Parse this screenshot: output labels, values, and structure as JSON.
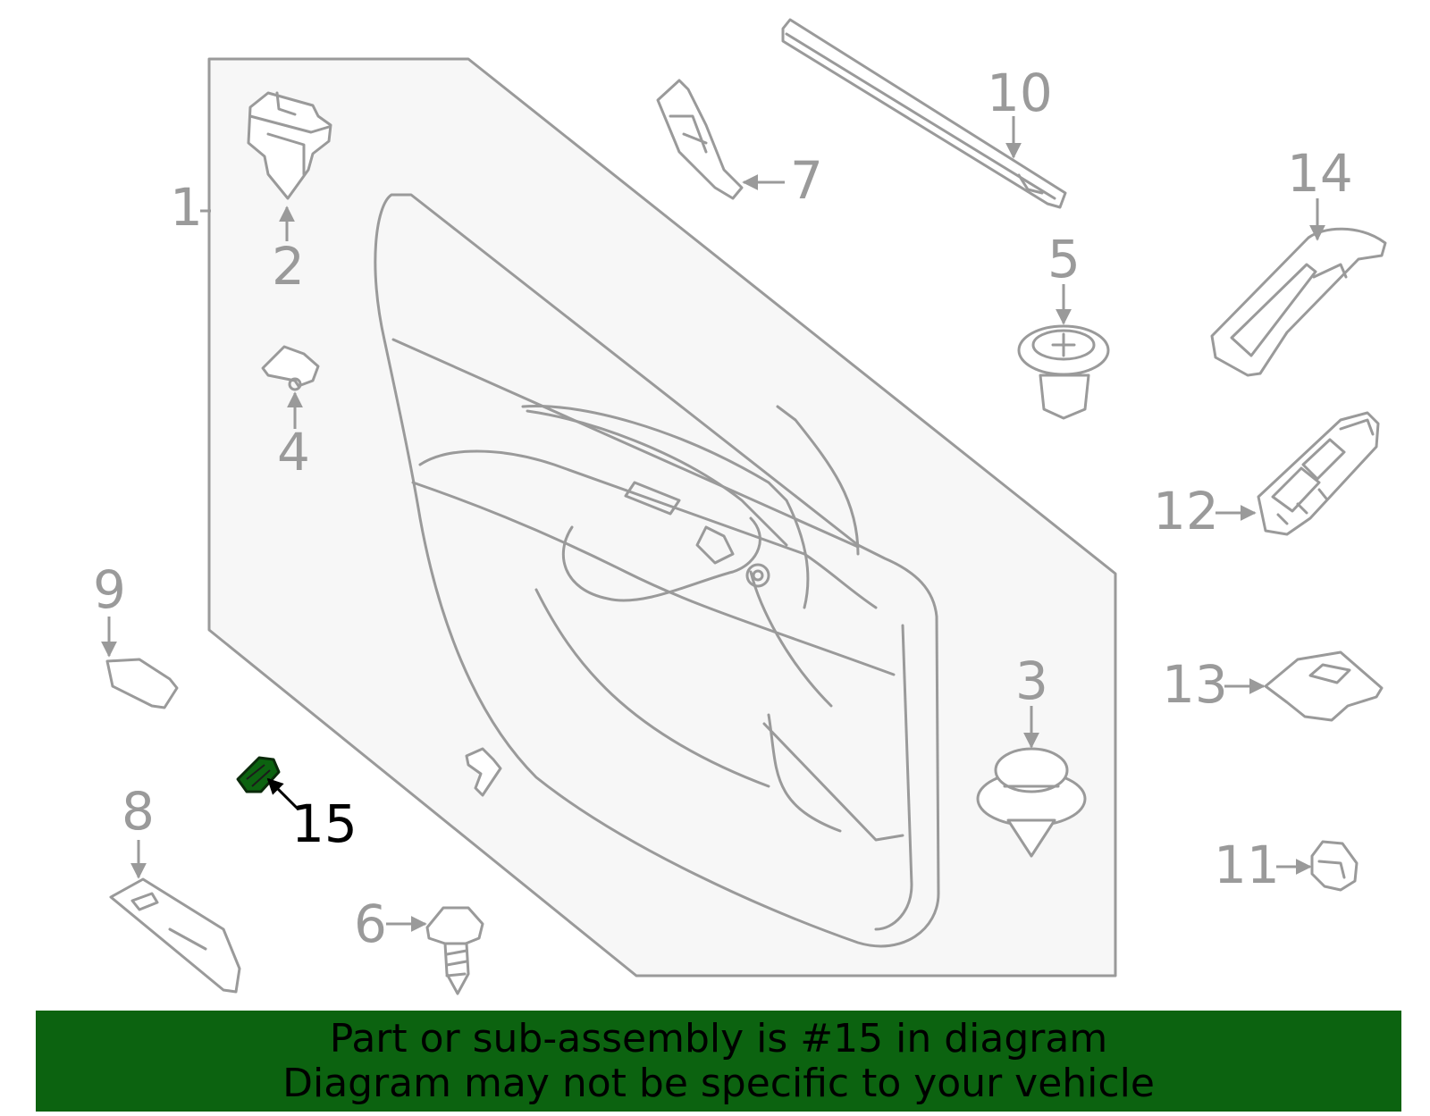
{
  "callouts": {
    "c1": "1",
    "c2": "2",
    "c3": "3",
    "c4": "4",
    "c5": "5",
    "c6": "6",
    "c7": "7",
    "c8": "8",
    "c9": "9",
    "c10": "10",
    "c11": "11",
    "c12": "12",
    "c13": "13",
    "c14": "14",
    "c15": "15"
  },
  "highlight": {
    "part_number": "15",
    "color": "#0c6310"
  },
  "colors": {
    "line": "#9a9a9a",
    "panel_fill": "#f7f7f7",
    "banner_bg": "#0c6310"
  },
  "banner": {
    "line1": "Part or sub-assembly is #15 in diagram",
    "line2": "Diagram may not be specific to your vehicle"
  }
}
